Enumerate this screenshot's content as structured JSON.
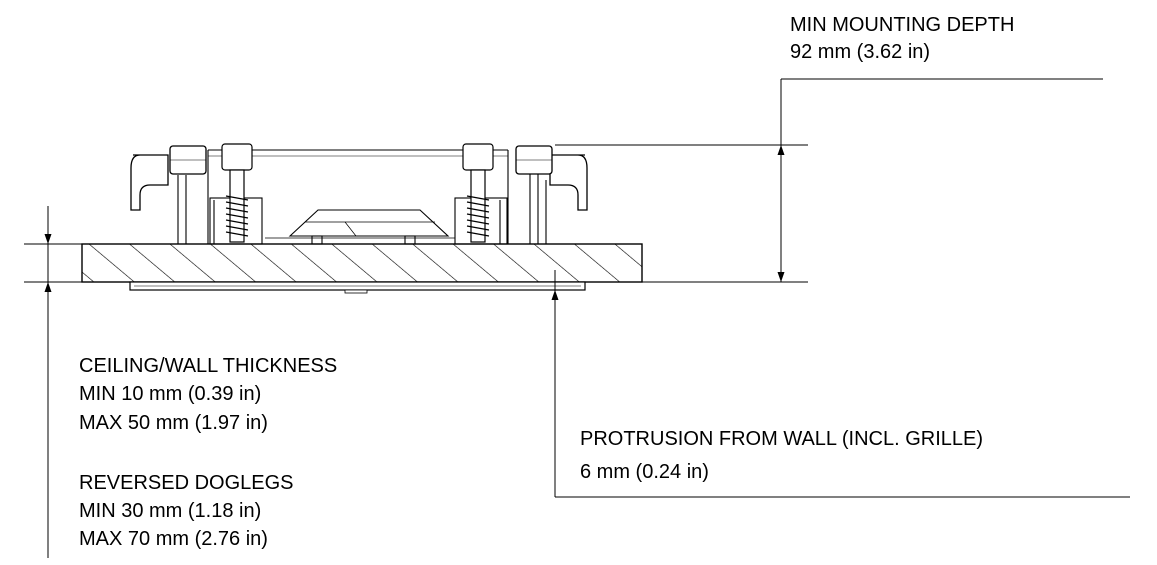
{
  "mounting_depth": {
    "title": "MIN MOUNTING DEPTH",
    "value": "92 mm (3.62 in)"
  },
  "thickness": {
    "title": "CEILING/WALL THICKNESS",
    "min": "MIN 10 mm (0.39 in)",
    "max": "MAX 50 mm (1.97 in)"
  },
  "doglegs": {
    "title": "REVERSED DOGLEGS",
    "min": "MIN 30 mm (1.18 in)",
    "max": "MAX 70 mm (2.76 in)"
  },
  "protrusion": {
    "title": "PROTRUSION FROM WALL (INCL. GRILLE)",
    "value": "6 mm (0.24 in)"
  },
  "colors": {
    "line": "#000000",
    "background": "#ffffff"
  }
}
